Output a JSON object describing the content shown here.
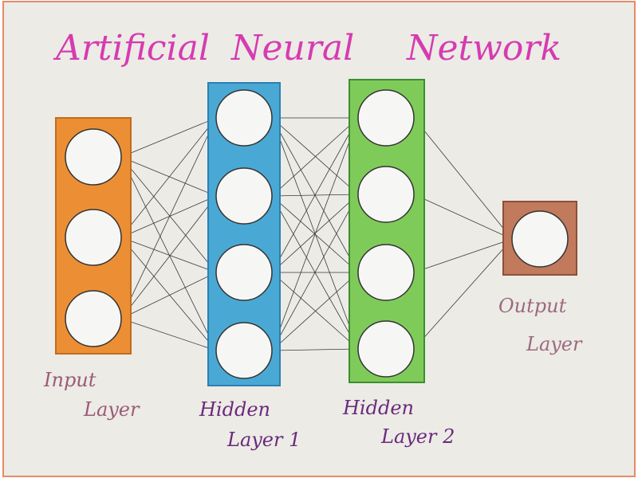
{
  "title": {
    "words": [
      "Artificial",
      "Neural",
      "Network"
    ],
    "color": "#d63bb0"
  },
  "paper": {
    "color": "#ecebe6",
    "border": "#e58a6a"
  },
  "layers": [
    {
      "id": "input",
      "nodes": 3,
      "fill": "#ec8f34",
      "stroke": "#c36b1c",
      "label_lines": [
        "Input",
        "Layer"
      ],
      "label_color": "#9c5a78"
    },
    {
      "id": "hidden-1",
      "nodes": 4,
      "fill": "#4aa9d4",
      "stroke": "#2c7fb0",
      "label_lines": [
        "Hidden",
        "Layer 1"
      ],
      "label_color": "#6a2a7c"
    },
    {
      "id": "hidden-2",
      "nodes": 4,
      "fill": "#7fcb5a",
      "stroke": "#3b8f2e",
      "label_lines": [
        "Hidden",
        "Layer 2"
      ],
      "label_color": "#6a2a7c"
    },
    {
      "id": "output",
      "nodes": 1,
      "fill": "#c17a5c",
      "stroke": "#8c4f37",
      "label_lines": [
        "Output",
        "Layer"
      ],
      "label_color": "#9c6a80"
    }
  ],
  "edge_color": "#3a3a3a",
  "node_color": "#f6f6f4"
}
